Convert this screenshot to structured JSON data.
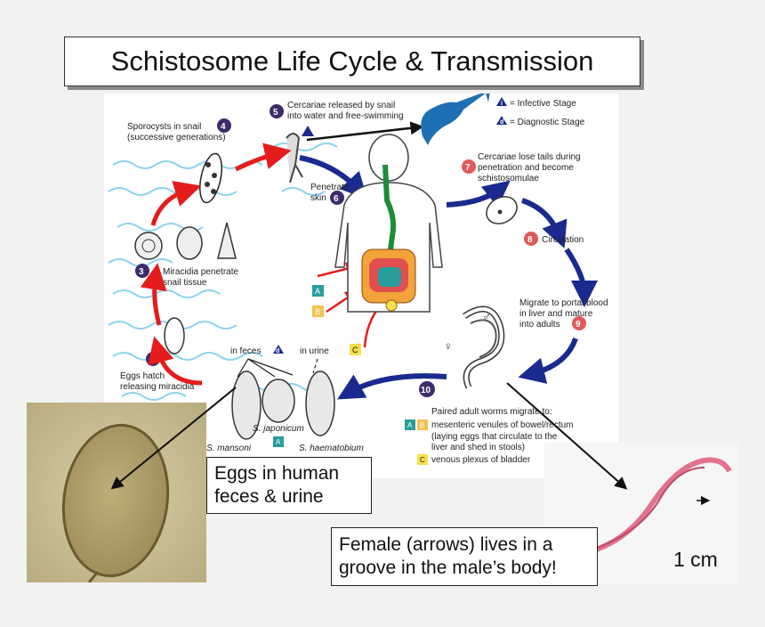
{
  "title": "Schistosome Life Cycle & Transmission",
  "legend": {
    "infective_letter": "i",
    "infective_label": "= Infective Stage",
    "diagnostic_letter": "d",
    "diagnostic_label": "= Diagnostic Stage"
  },
  "steps": {
    "s2": {
      "num": "2",
      "line1": "Eggs hatch",
      "line2": "releasing miracidia"
    },
    "s3": {
      "num": "3",
      "line1": "Miracidia penetrate",
      "line2": "snail tissue"
    },
    "s4": {
      "num": "4",
      "line1": "Sporocysts in snail",
      "line2": "(successive generations)"
    },
    "s5": {
      "num": "5",
      "line1": "Cercariae released by snail",
      "line2": "into water and free-swimming"
    },
    "s6": {
      "num": "6",
      "line1": "Penetrate",
      "line2": "skin"
    },
    "s7": {
      "num": "7",
      "line1": "Cercariae lose tails during",
      "line2": "penetration and become",
      "line3": "schistosomulae"
    },
    "s8": {
      "num": "8",
      "line1": "Circulation"
    },
    "s9": {
      "num": "9",
      "line1": "Migrate to portal blood",
      "line2": "in liver and mature",
      "line3": "into adults"
    },
    "s10": {
      "num": "10",
      "line1": "Paired adult worms migrate to:",
      "line2": "mesenteric venules of bowel/rectum",
      "line3": "(laying eggs that circulate to the",
      "line4": "liver and shed in stools)",
      "line5": "venous plexus of bladder"
    }
  },
  "egg_labels": {
    "in_feces": "in feces",
    "in_urine": "in urine",
    "mansoni": "S. mansoni",
    "japonicum": "S. japonicum",
    "haematobium": "S. haematobium"
  },
  "sites": {
    "A": "A",
    "B": "B",
    "C": "C"
  },
  "sex_symbols": {
    "female": "♀",
    "male": "♂"
  },
  "captions": {
    "eggs_line1": "Eggs in human",
    "eggs_line2": "feces & urine",
    "worm_line1": "Female (arrows) lives in a",
    "worm_line2": "groove in the male’s body!"
  },
  "scale_label": "1 cm",
  "colors": {
    "step_dark": "#3d2b6b",
    "step_red": "#e05a5a",
    "arrow_red": "#e51c1c",
    "arrow_blue": "#1a2a8f",
    "site_A": "#2a9d9d",
    "site_B": "#f2c14e",
    "site_C": "#f7e04a",
    "cercaria_blue": "#1f6fb5"
  }
}
